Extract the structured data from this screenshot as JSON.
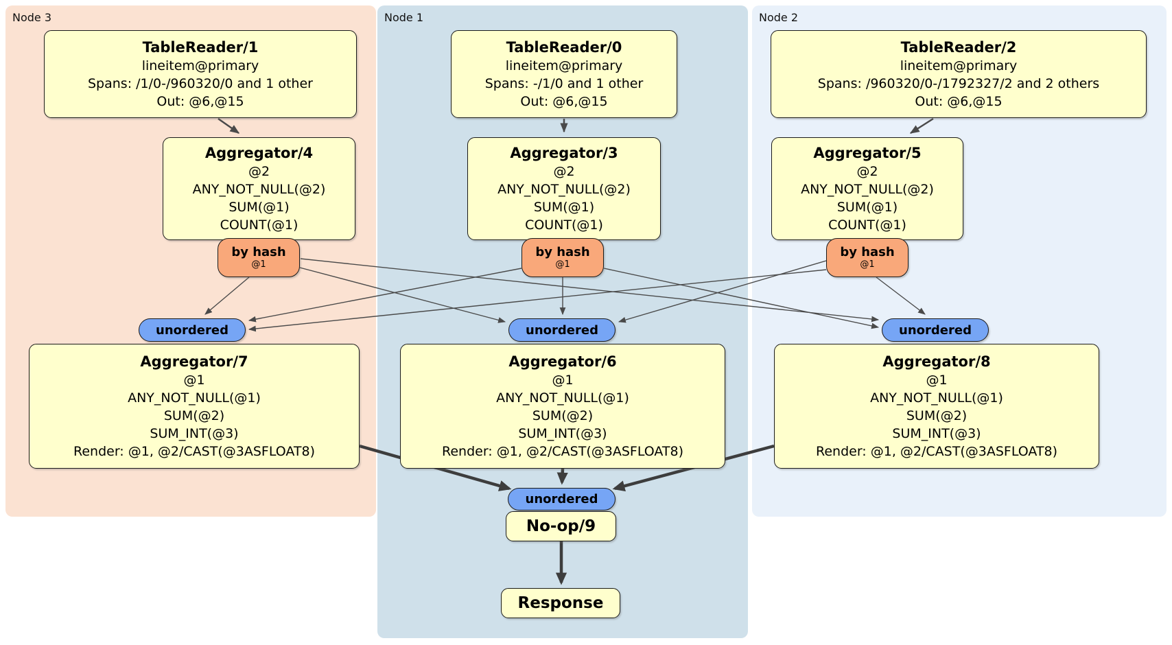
{
  "colors": {
    "node3_region": "#fbe2d2",
    "node1_region": "#cfe0ea",
    "node2_region": "#e9f1fa",
    "processor_box": "#ffffcd",
    "hash_router_pill": "#f9a87a",
    "sync_pill": "#76a5f5",
    "edge_thin": "#4a4a4a",
    "edge_thick": "#3d3d3d"
  },
  "nodes": [
    {
      "label": "Node 3",
      "tablereader": {
        "title": "TableReader/1",
        "lines": [
          "lineitem@primary",
          "Spans: /1/0-/960320/0 and 1 other",
          "Out: @6,@15"
        ]
      },
      "aggregator1": {
        "title": "Aggregator/4",
        "lines": [
          "@2",
          "ANY_NOT_NULL(@2)",
          "SUM(@1)",
          "COUNT(@1)"
        ]
      },
      "router": {
        "label": "by hash",
        "key": "@1"
      },
      "sync": {
        "label": "unordered"
      },
      "aggregator2": {
        "title": "Aggregator/7",
        "lines": [
          "@1",
          "ANY_NOT_NULL(@1)",
          "SUM(@2)",
          "SUM_INT(@3)",
          "Render: @1, @2/CAST(@3ASFLOAT8)"
        ]
      }
    },
    {
      "label": "Node 1",
      "tablereader": {
        "title": "TableReader/0",
        "lines": [
          "lineitem@primary",
          "Spans: -/1/0 and 1 other",
          "Out: @6,@15"
        ]
      },
      "aggregator1": {
        "title": "Aggregator/3",
        "lines": [
          "@2",
          "ANY_NOT_NULL(@2)",
          "SUM(@1)",
          "COUNT(@1)"
        ]
      },
      "router": {
        "label": "by hash",
        "key": "@1"
      },
      "sync": {
        "label": "unordered"
      },
      "aggregator2": {
        "title": "Aggregator/6",
        "lines": [
          "@1",
          "ANY_NOT_NULL(@1)",
          "SUM(@2)",
          "SUM_INT(@3)",
          "Render: @1, @2/CAST(@3ASFLOAT8)"
        ]
      }
    },
    {
      "label": "Node 2",
      "tablereader": {
        "title": "TableReader/2",
        "lines": [
          "lineitem@primary",
          "Spans: /960320/0-/1792327/2 and 2 others",
          "Out: @6,@15"
        ]
      },
      "aggregator1": {
        "title": "Aggregator/5",
        "lines": [
          "@2",
          "ANY_NOT_NULL(@2)",
          "SUM(@1)",
          "COUNT(@1)"
        ]
      },
      "router": {
        "label": "by hash",
        "key": "@1"
      },
      "sync": {
        "label": "unordered"
      },
      "aggregator2": {
        "title": "Aggregator/8",
        "lines": [
          "@1",
          "ANY_NOT_NULL(@1)",
          "SUM(@2)",
          "SUM_INT(@3)",
          "Render: @1, @2/CAST(@3ASFLOAT8)"
        ]
      }
    }
  ],
  "final": {
    "sync": {
      "label": "unordered"
    },
    "noop": {
      "title": "No-op/9"
    },
    "response": {
      "title": "Response"
    }
  }
}
